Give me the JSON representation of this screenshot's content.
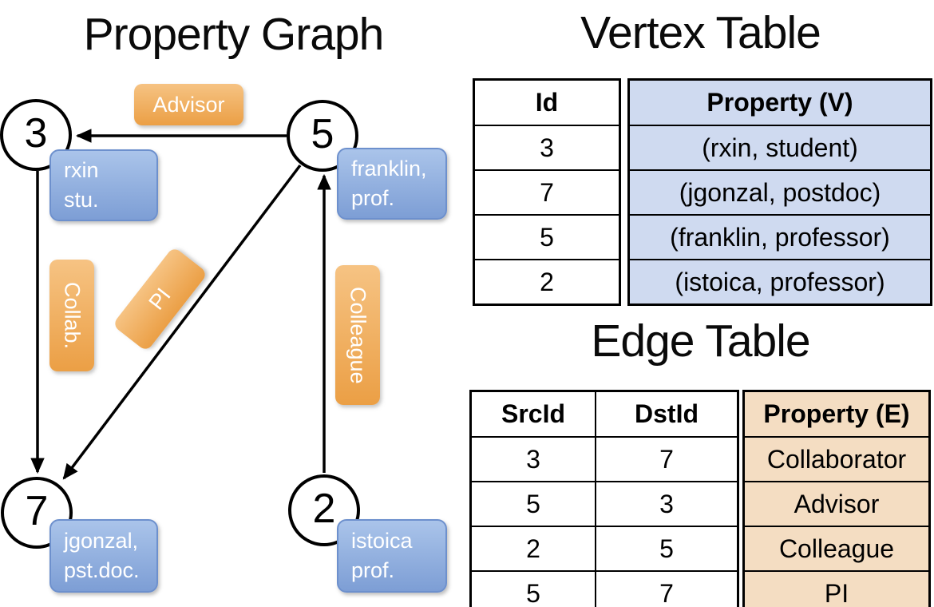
{
  "titles": {
    "graph": "Property Graph",
    "vertex_table": "Vertex Table",
    "edge_table": "Edge Table"
  },
  "graph": {
    "nodes": [
      {
        "id": "3",
        "label_line1": "rxin",
        "label_line2": "stu."
      },
      {
        "id": "5",
        "label_line1": "franklin,",
        "label_line2": "prof."
      },
      {
        "id": "7",
        "label_line1": "jgonzal,",
        "label_line2": "pst.doc."
      },
      {
        "id": "2",
        "label_line1": "istoica",
        "label_line2": "prof."
      }
    ],
    "edges": [
      {
        "src": "5",
        "dst": "3",
        "label": "Advisor"
      },
      {
        "src": "3",
        "dst": "7",
        "label": "Collab."
      },
      {
        "src": "2",
        "dst": "5",
        "label": "Colleague"
      },
      {
        "src": "5",
        "dst": "7",
        "label": "PI"
      }
    ]
  },
  "vertex_table": {
    "columns": [
      "Id",
      "Property (V)"
    ],
    "rows": [
      {
        "id": "3",
        "property": "(rxin, student)"
      },
      {
        "id": "7",
        "property": "(jgonzal, postdoc)"
      },
      {
        "id": "5",
        "property": "(franklin, professor)"
      },
      {
        "id": "2",
        "property": "(istoica, professor)"
      }
    ]
  },
  "edge_table": {
    "columns": [
      "SrcId",
      "DstId",
      "Property (E)"
    ],
    "rows": [
      {
        "src": "3",
        "dst": "7",
        "property": "Collaborator"
      },
      {
        "src": "5",
        "dst": "3",
        "property": "Advisor"
      },
      {
        "src": "2",
        "dst": "5",
        "property": "Colleague"
      },
      {
        "src": "5",
        "dst": "7",
        "property": "PI"
      }
    ]
  },
  "colors": {
    "vertex_property_cell_fill": "#cfdaf0",
    "edge_property_cell_fill": "#f4ddc2",
    "node_property_box_top": "#aac4ea",
    "node_property_box_bottom": "#7d9ed5",
    "node_property_box_border": "#6d90cd",
    "edge_label_box_top": "#f6c383",
    "edge_label_box_bottom": "#eb9f45",
    "line_color": "#000000",
    "box_text_color": "#ffffff"
  }
}
